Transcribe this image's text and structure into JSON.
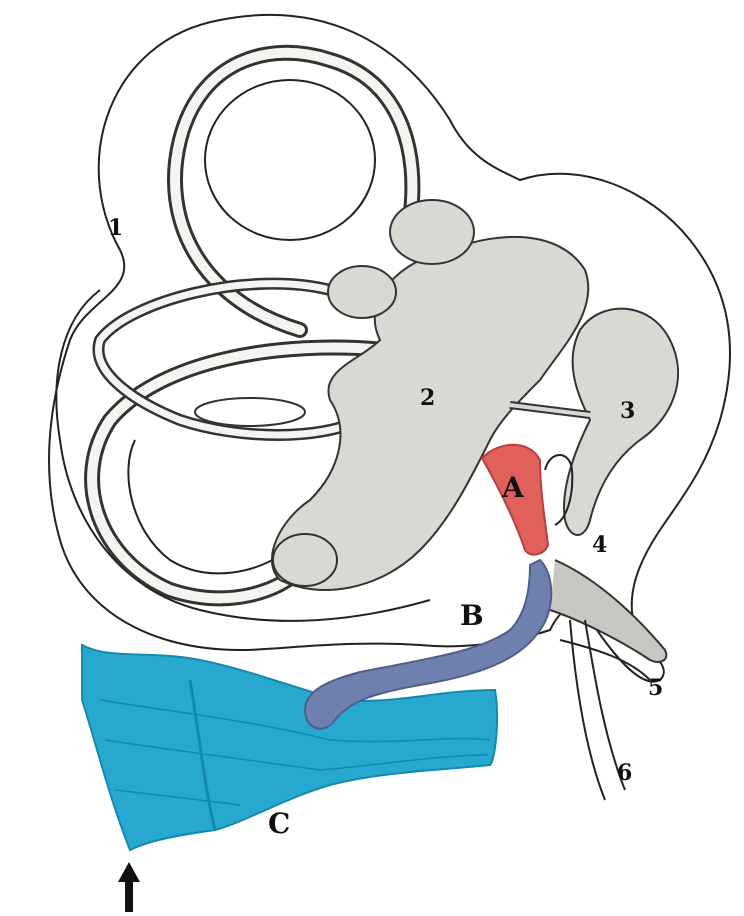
{
  "labels": {
    "n1": "1",
    "n2": "2",
    "n3": "3",
    "n4": "4",
    "n5": "5",
    "n6": "6",
    "A": "A",
    "B": "B",
    "C": "C"
  },
  "colors": {
    "outline": "#222222",
    "bone_fill": "#d9d9d4",
    "bone_shade": "#b9b9b2",
    "region_a": "#e0605c",
    "region_b": "#6f7fae",
    "region_c": "#27a9cf",
    "region_c_dark": "#1489b0",
    "arrow": "#111111"
  },
  "icons": {
    "arrow": "up-arrow-icon"
  }
}
